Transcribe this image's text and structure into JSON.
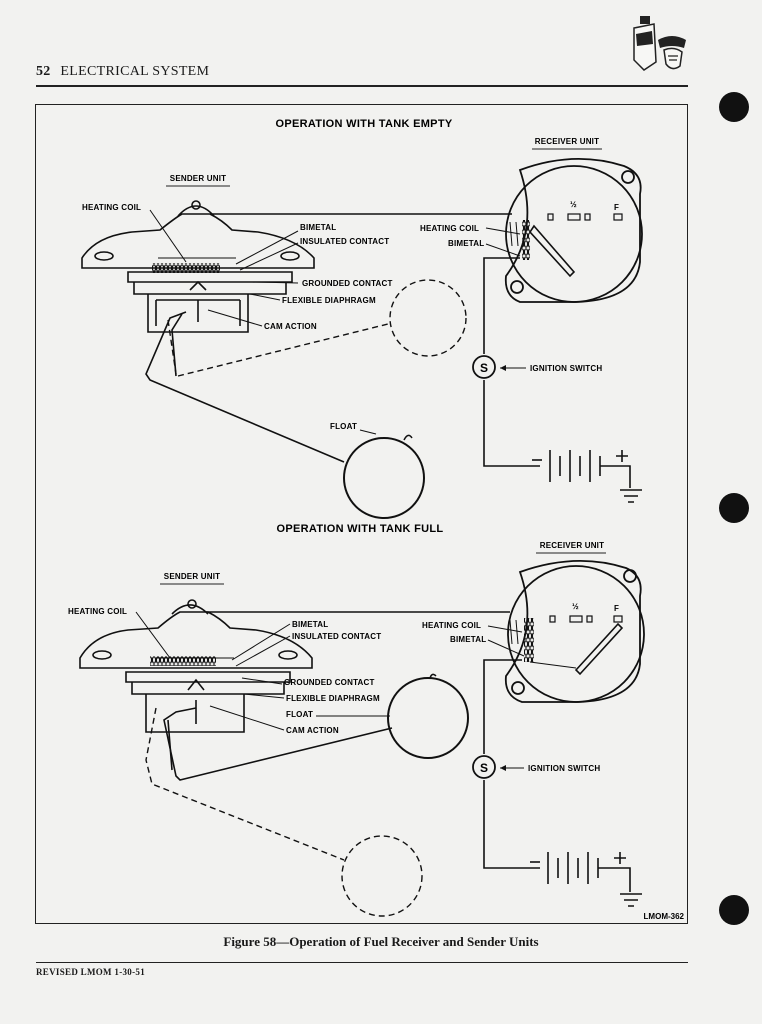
{
  "header": {
    "page_number": "52",
    "section": "ELECTRICAL SYSTEM"
  },
  "top": {
    "title": "OPERATION WITH TANK EMPTY",
    "sender_unit": "SENDER UNIT",
    "receiver_unit": "RECEIVER UNIT",
    "heating_coil_left": "HEATING COIL",
    "bimetal_left": "BIMETAL",
    "insulated_contact": "INSULATED CONTACT",
    "grounded_contact": "GROUNDED CONTACT",
    "flexible_diaphragm": "FLEXIBLE DIAPHRAGM",
    "cam_action": "CAM ACTION",
    "float": "FLOAT",
    "heating_coil_right": "HEATING COIL",
    "bimetal_right": "BIMETAL",
    "ignition_switch": "IGNITION SWITCH",
    "half": "½",
    "full": "F",
    "switch_symbol": "S"
  },
  "bottom": {
    "title": "OPERATION WITH TANK FULL",
    "sender_unit": "SENDER UNIT",
    "receiver_unit": "RECEIVER UNIT",
    "heating_coil_left": "HEATING COIL",
    "bimetal_left": "BIMETAL",
    "insulated_contact": "INSULATED CONTACT",
    "grounded_contact": "GROUNDED CONTACT",
    "flexible_diaphragm": "FLEXIBLE DIAPHRAGM",
    "float": "FLOAT",
    "cam_action": "CAM ACTION",
    "heating_coil_right": "HEATING COIL",
    "bimetal_right": "BIMETAL",
    "ignition_switch": "IGNITION SWITCH",
    "half": "½",
    "full": "F",
    "switch_symbol": "S"
  },
  "figure_id": "LMOM-362",
  "caption": "Figure 58—Operation of Fuel Receiver and Sender Units",
  "footer": "REVISED LMOM 1-30-51"
}
